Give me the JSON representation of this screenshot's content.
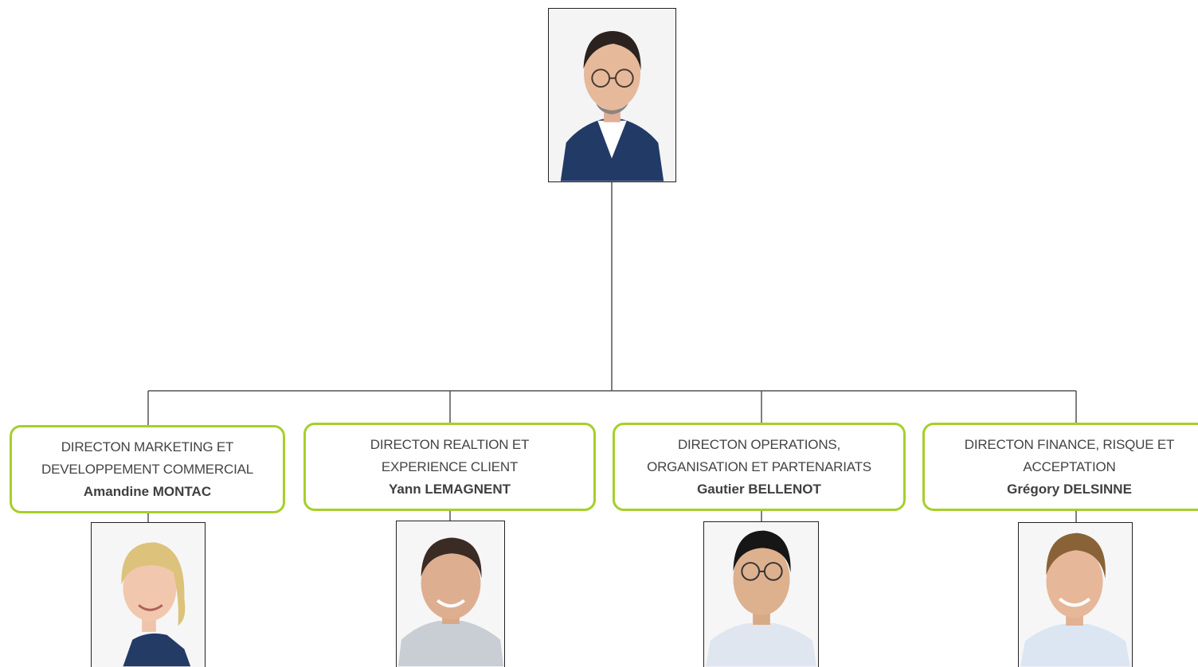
{
  "org_chart": {
    "top": {
      "photo_icon": "person-photo"
    },
    "directors": [
      {
        "title_lines": [
          "DIRECTON MARKETING ET",
          "DEVELOPPEMENT COMMERCIAL"
        ],
        "name": "Amandine MONTAC",
        "photo_icon": "person-photo"
      },
      {
        "title_lines": [
          "DIRECTON REALTION ET",
          "EXPERIENCE CLIENT"
        ],
        "name": "Yann LEMAGNENT",
        "photo_icon": "person-photo"
      },
      {
        "title_lines": [
          "DIRECTON OPERATIONS,",
          "ORGANISATION ET PARTENARIATS"
        ],
        "name": "Gautier BELLENOT",
        "photo_icon": "person-photo"
      },
      {
        "title_lines": [
          "DIRECTON FINANCE, RISQUE ET",
          "ACCEPTATION"
        ],
        "name": "Grégory DELSINNE",
        "photo_icon": "person-photo"
      }
    ]
  },
  "colors": {
    "card_border": "#a6cf2a",
    "connector": "#555555",
    "text": "#444444"
  }
}
